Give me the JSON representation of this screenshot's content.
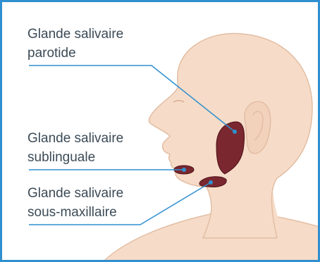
{
  "diagram": {
    "labels": {
      "parotid": {
        "line1": "Glande salivaire",
        "line2": "parotide"
      },
      "sublingual": {
        "line1": "Glande salivaire",
        "line2": "sublinguale"
      },
      "submandibular": {
        "line1": "Glande salivaire",
        "line2": "sous-maxillaire"
      }
    },
    "colors": {
      "frame": "#2f8fcf",
      "skin": "#f6dcc8",
      "skin_outline": "#e2bda3",
      "gland": "#7a2730",
      "gland_dark": "#4e1218",
      "leader_line": "#2f8fcf",
      "text": "#3c4b57"
    }
  }
}
